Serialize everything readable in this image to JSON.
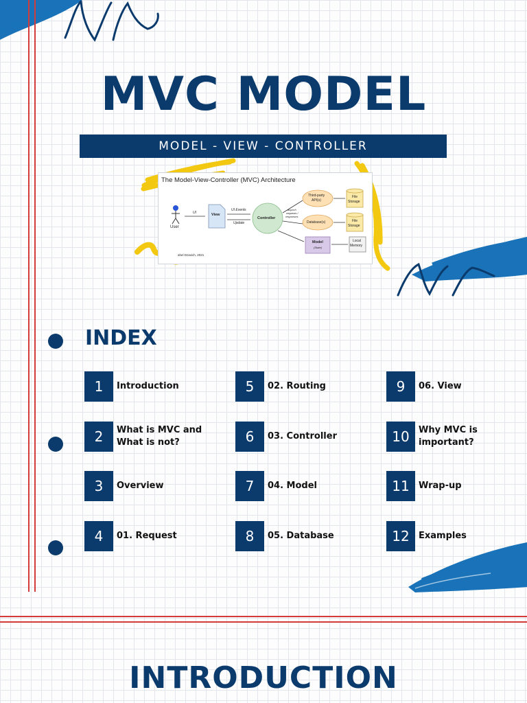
{
  "title": "MVC MODEL",
  "subtitle": "MODEL - VIEW - CONTROLLER",
  "diagram": {
    "title": "The Model-View-Controller (MVC) Architecture",
    "user": "User",
    "ui": "UI",
    "view": "View",
    "ui_events": "UI Events",
    "update": "Update",
    "controller": "Controller",
    "async_line1": "asynch",
    "async_line2": "requests /",
    "async_line3": "responses",
    "third_party_line1": "Third-party",
    "third_party_line2": "API(s)",
    "databases": "Database(s)",
    "file_storage_1_line1": "File",
    "file_storage_1_line2": "Storage",
    "file_storage_2_line1": "File",
    "file_storage_2_line2": "Storage",
    "model": "Model",
    "model_state": "(State)",
    "local_memory_line1": "Local",
    "local_memory_line2": "Memory",
    "credit": "ahel Dzavich, 2021"
  },
  "index": {
    "heading": "INDEX",
    "items": [
      {
        "num": "1",
        "label": "Introduction"
      },
      {
        "num": "2",
        "label": "What is MVC and What is not?"
      },
      {
        "num": "3",
        "label": "Overview"
      },
      {
        "num": "4",
        "label": "01. Request"
      },
      {
        "num": "5",
        "label": "02. Routing"
      },
      {
        "num": "6",
        "label": "03. Controller"
      },
      {
        "num": "7",
        "label": "04. Model"
      },
      {
        "num": "8",
        "label": "05. Database"
      },
      {
        "num": "9",
        "label": "06. View"
      },
      {
        "num": "10",
        "label": "Why MVC is important?"
      },
      {
        "num": "11",
        "label": "Wrap-up"
      },
      {
        "num": "12",
        "label": "Examples"
      }
    ]
  },
  "next_section_heading": "INTRODUCTION",
  "colors": {
    "navy": "#0b3a6c",
    "brush_blue": "#1a73b8",
    "accent_yellow": "#f2c811",
    "margin_red": "#d33a3a",
    "controller_green": "#cfe8cf",
    "storage_yellow": "#fbe9a8",
    "cloud_orange": "#fde0b4",
    "model_purple": "#d9c9e8",
    "view_blue": "#d6e6f7"
  }
}
